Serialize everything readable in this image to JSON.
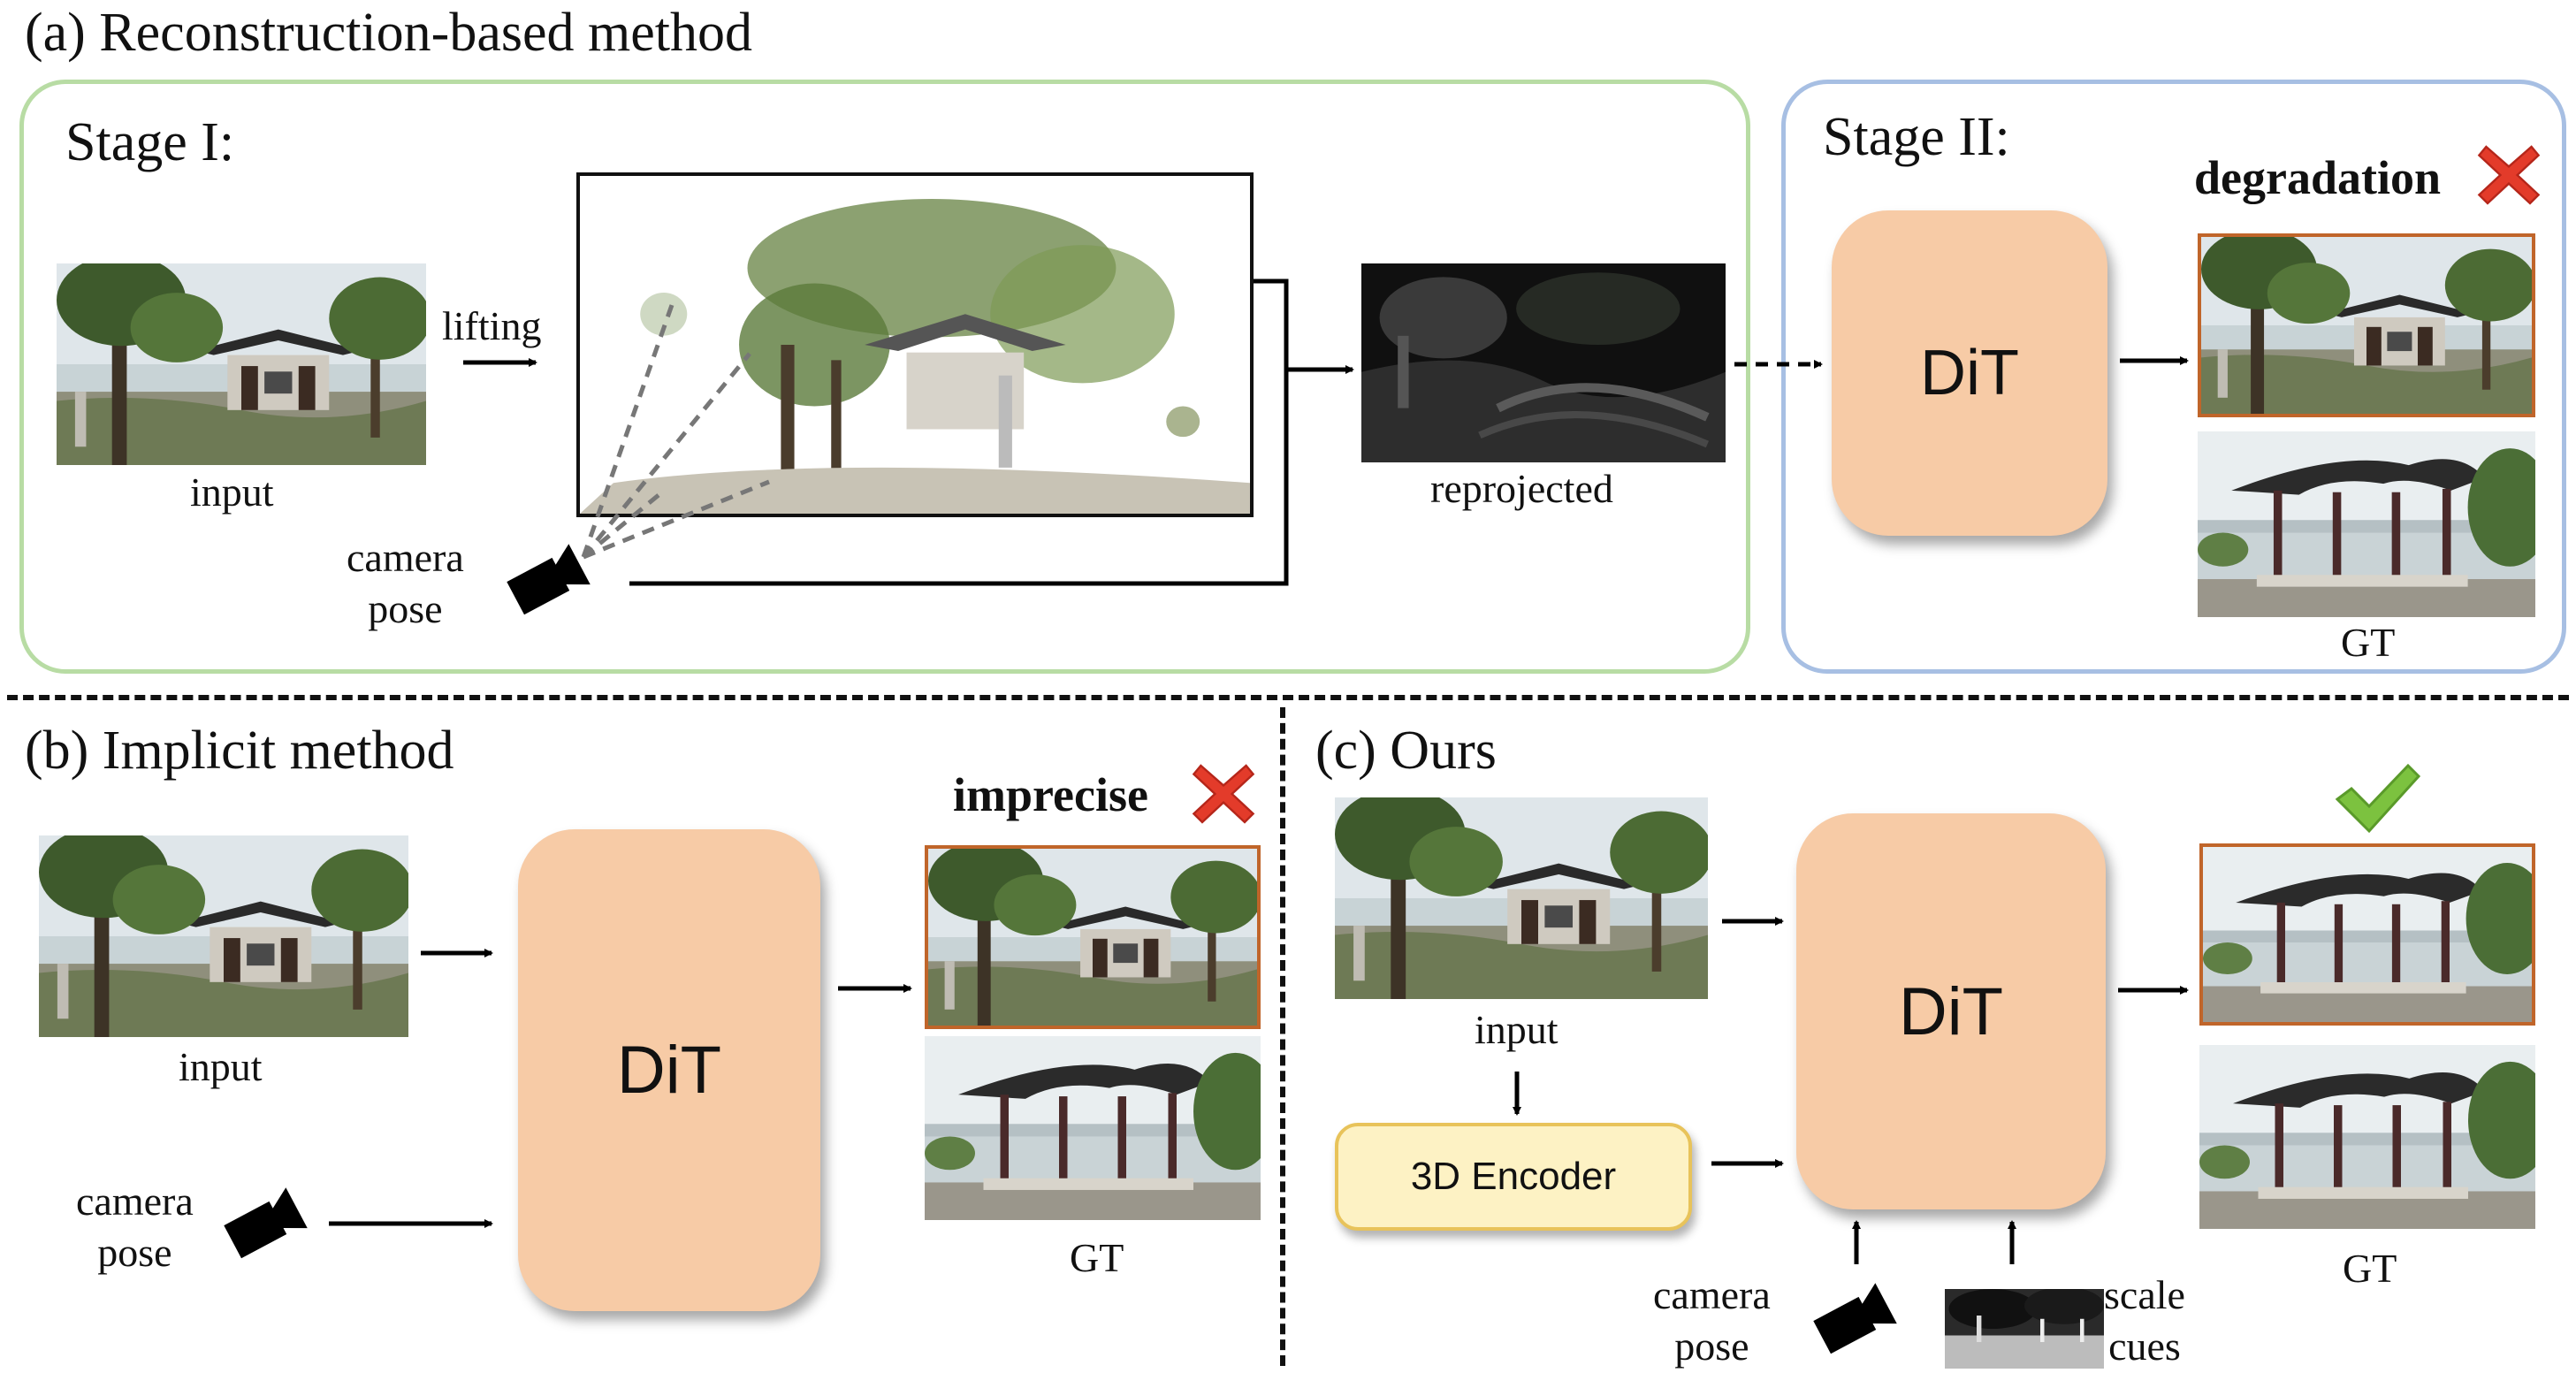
{
  "panel_a": {
    "title": "(a) Reconstruction-based method",
    "stage1": "Stage I:",
    "stage2": "Stage II:",
    "lifting": "lifting",
    "input": "input",
    "camera": "camera",
    "pose": "pose",
    "reprojected": "reprojected",
    "dit": "DiT",
    "degradation": "degradation",
    "gt": "GT"
  },
  "panel_b": {
    "title": "(b) Implicit method",
    "input": "input",
    "camera": "camera",
    "pose": "pose",
    "dit": "DiT",
    "imprecise": "imprecise",
    "gt": "GT"
  },
  "panel_c": {
    "title": "(c) Ours",
    "input": "input",
    "encoder": "3D Encoder",
    "dit": "DiT",
    "camera": "camera",
    "pose": "pose",
    "scale": "scale",
    "cues": "cues",
    "gt": "GT"
  },
  "icons": {
    "fail": "red-cross-icon",
    "success": "green-check-icon",
    "camera": "video-camera-icon"
  },
  "colors": {
    "stage1_border": "#b8dca4",
    "stage2_border": "#a7bfe3",
    "dit_fill": "#f7cba6",
    "encoder_fill": "#fdf2c4",
    "output_frame": "#c0652a",
    "cross": "#e33b2a",
    "check": "#7cc23f"
  }
}
